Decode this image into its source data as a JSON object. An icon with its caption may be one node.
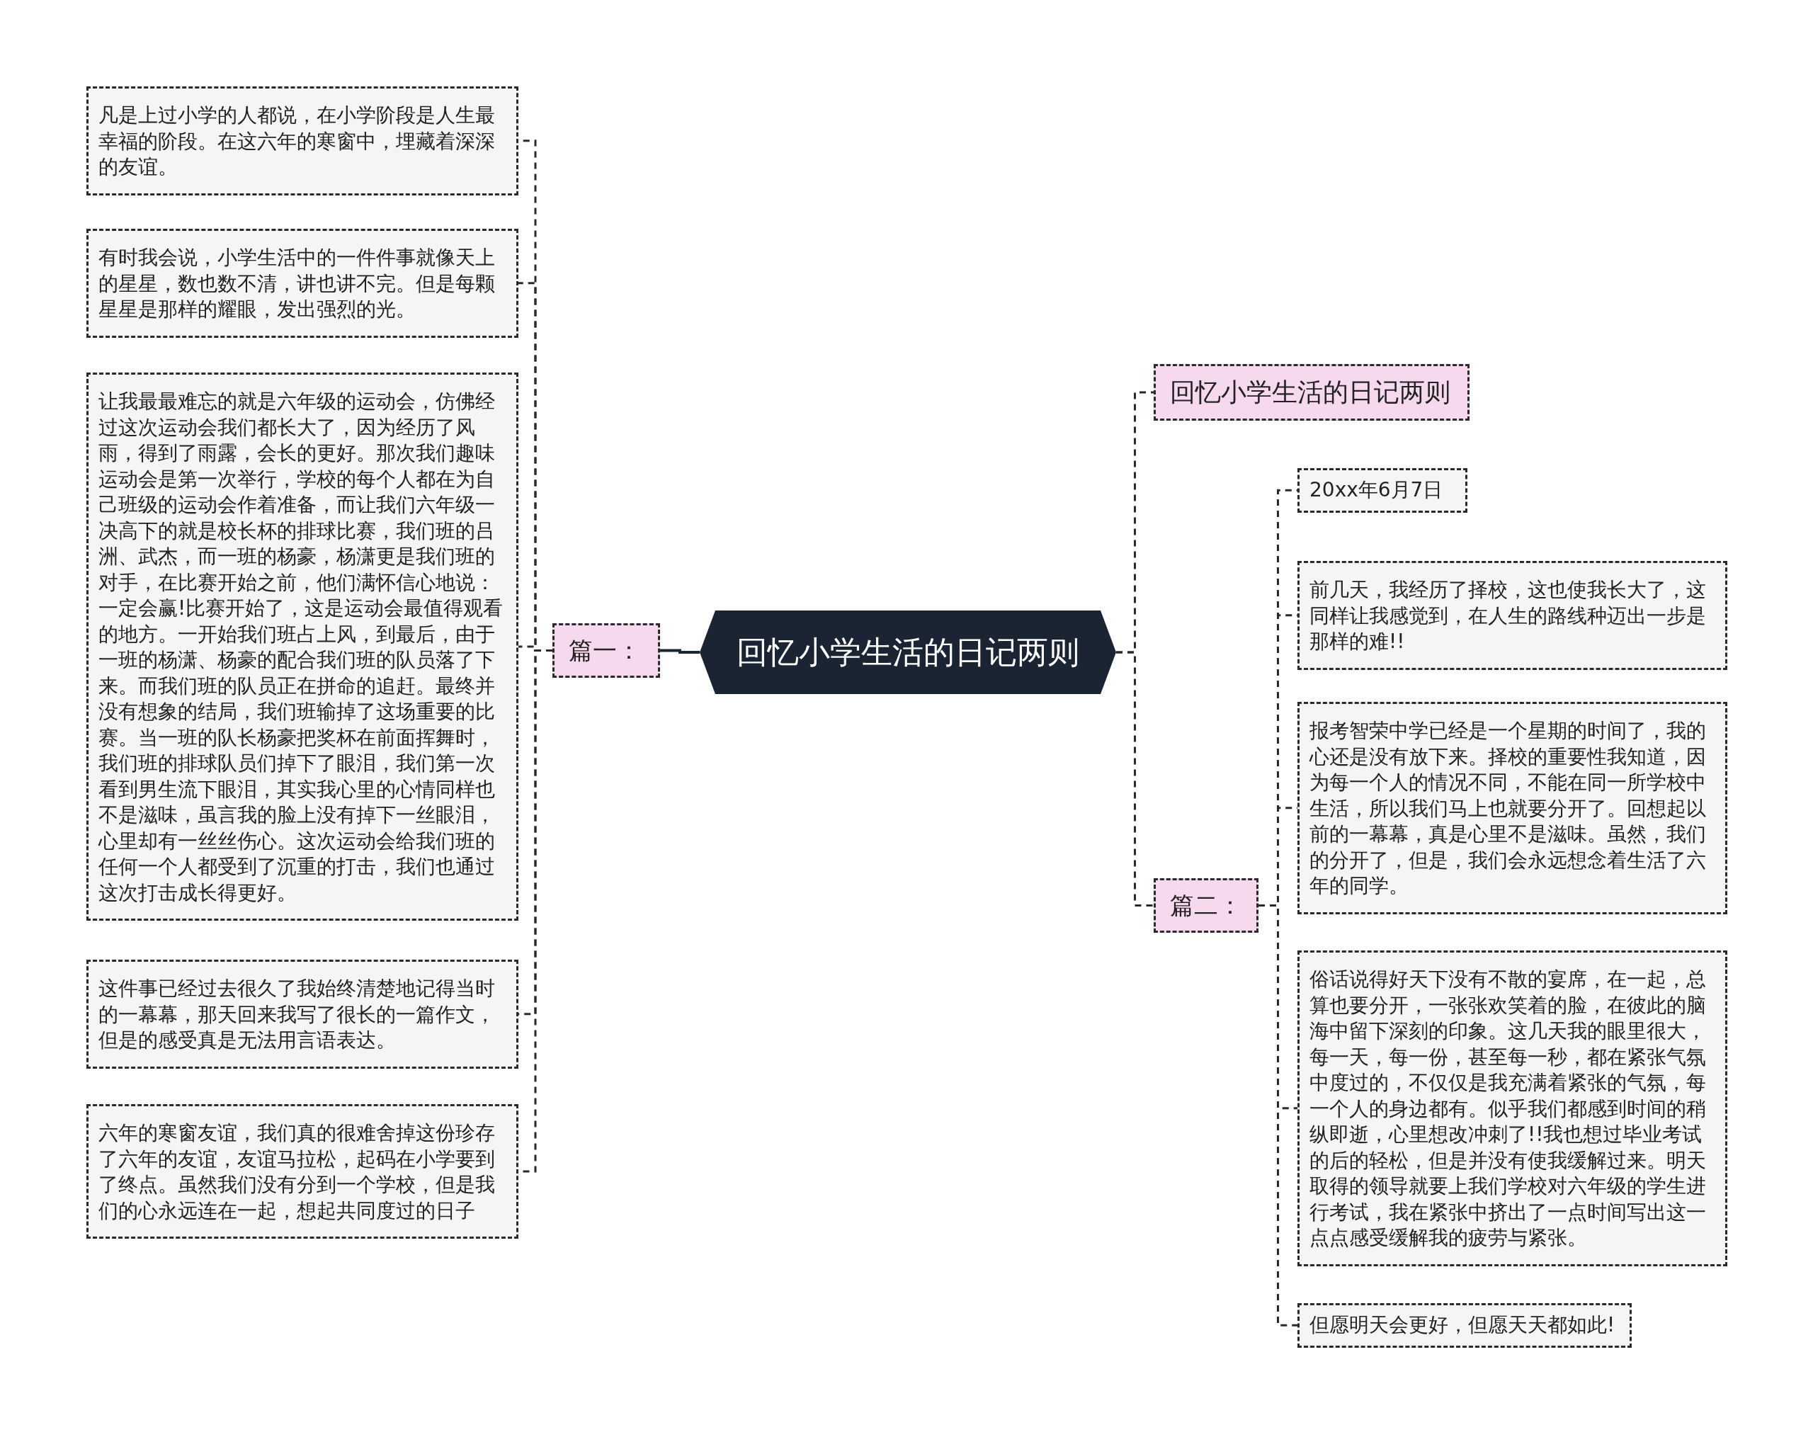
{
  "diagram": {
    "nodes": [
      {
        "text": [
          "回忆小学生活的日记两则"
        ]
      },
      {
        "text": [
          "篇一："
        ]
      },
      {
        "text": [
          "凡是上过小学的人都说，在小学阶段是人生最幸福的阶段。在这六年的寒窗中，埋藏着深深的友谊。"
        ]
      },
      {
        "text": [
          "有时我会说，小学生活中的一件件事就像天上的星星，数也数不清，讲也讲不完。但是每颗星星是那样的耀眼，发出强烈的光。"
        ]
      },
      {
        "text": [
          "让我最最难忘的就是六年级的运动会，仿佛经过这次运动会我们都长大了，因为经历了风雨，得到了雨露，会长的更好。那次我们趣味运动会是第一次举行，学校的每个人都在为自己班级的运动会作着准备，而让我们六年级一决高下的就是校长杯的排球比赛，我们班的吕洲、武杰，而一班的杨豪，杨潇更是我们班的对手，在比赛开始之前，他们满怀信心地说：一定会赢!比赛开始了，这是运动会最值得观看的地方。一开始我们班占上风，到最后，由于一班的杨潇、杨豪的配合我们班的队员落了下来。而我们班的队员正在拼命的追赶。最终并没有想象的结局，我们班输掉了这场重要的比赛。当一班的队长杨豪把奖杯在前面挥舞时，我们班的排球队员们掉下了眼泪，我们第一次看到男生流下眼泪，其实我心里的心情同样也不是滋味，虽言我的脸上没有掉下一丝眼泪，心里却有一丝丝伤心。这次运动会给我们班的任何一个人都受到了沉重的打击，我们也通过这次打击成长得更好。"
        ]
      },
      {
        "text": [
          "这件事已经过去很久了我始终清楚地记得当时的一幕幕，那天回来我写了很长的一篇作文，但是的感受真是无法用言语表达。"
        ]
      },
      {
        "text": [
          "六年的寒窗友谊，我们真的很难舍掉这份珍存了六年的友谊，友谊马拉松，起码在小学要到了终点。虽然我们没有分到一个学校，但是我们的心永远连在一起，想起共同度过的日子"
        ]
      },
      {
        "text": [
          "回忆小学生活的日记两则"
        ]
      },
      {
        "text": [
          "篇二："
        ]
      },
      {
        "text": [
          "20xx年6月7日"
        ]
      },
      {
        "text": [
          "前几天，我经历了择校，这也使我长大了，这同样让我感觉到，在人生的路线种迈出一步是那样的难!!"
        ]
      },
      {
        "text": [
          "报考智荣中学已经是一个星期的时间了，我的心还是没有放下来。择校的重要性我知道，因为每一个人的情况不同，不能在同一所学校中生活，所以我们马上也就要分开了。回想起以前的一幕幕，真是心里不是滋味。虽然，我们的分开了，但是，我们会永远想念着生活了六年的同学。"
        ]
      },
      {
        "text": [
          "俗话说得好天下没有不散的宴席，在一起，总算也要分开，一张张欢笑着的脸，在彼此的脑海中留下深刻的印象。这几天我的眼里很大，每一天，每一份，甚至每一秒，都在紧张气氛中度过的，不仅仅是我充满着紧张的气氛，每一个人的身边都有。似乎我们都感到时间的稍纵即逝，心里想改冲刺了!!我也想过毕业考试的后的轻松，但是并没有使我缓解过来。明天取得的领导就要上我们学校对六年级的学生进行考试，我在紧张中挤出了一点时间写出这一点点感受缓解我的疲劳与紧张。"
        ]
      },
      {
        "text": [
          "但愿明天会更好，但愿天天都如此!"
        ]
      }
    ],
    "edges": [
      {
        "from": 0,
        "to": 1,
        "arrow": "none"
      },
      {
        "from": 1,
        "to": 2,
        "arrow": "none",
        "style": "dashed"
      },
      {
        "from": 1,
        "to": 3,
        "arrow": "none",
        "style": "dashed"
      },
      {
        "from": 1,
        "to": 4,
        "arrow": "none",
        "style": "dashed"
      },
      {
        "from": 1,
        "to": 5,
        "arrow": "none",
        "style": "dashed"
      },
      {
        "from": 1,
        "to": 6,
        "arrow": "none",
        "style": "dashed"
      },
      {
        "from": 0,
        "to": 7,
        "arrow": "none",
        "style": "dashed"
      },
      {
        "from": 0,
        "to": 8,
        "arrow": "none",
        "style": "dashed"
      },
      {
        "from": 8,
        "to": 9,
        "arrow": "none",
        "style": "dashed"
      },
      {
        "from": 8,
        "to": 10,
        "arrow": "none",
        "style": "dashed"
      },
      {
        "from": 8,
        "to": 11,
        "arrow": "none",
        "style": "dashed"
      },
      {
        "from": 8,
        "to": 12,
        "arrow": "none",
        "style": "dashed"
      },
      {
        "from": 8,
        "to": 13,
        "arrow": "none",
        "style": "dashed"
      }
    ]
  }
}
